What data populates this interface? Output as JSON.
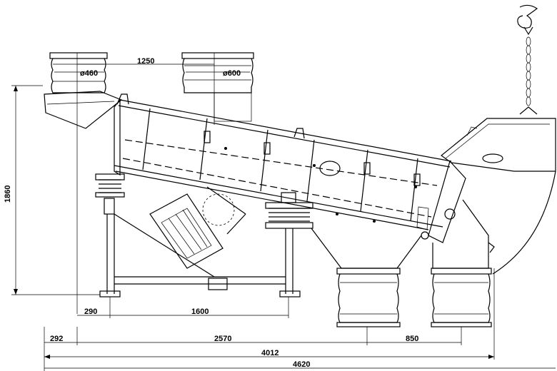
{
  "dimensions": {
    "overall_height": "1860",
    "inlet_spacing": "1250",
    "inlet_small_dia": "ø460",
    "inlet_large_dia": "ø600",
    "support_offset": "290",
    "support_span": "1600",
    "left_offset": "292",
    "outlet_spacing": "2570",
    "outlet_offset": "850",
    "overall_length_inner": "4012",
    "overall_length_total": "4620"
  }
}
